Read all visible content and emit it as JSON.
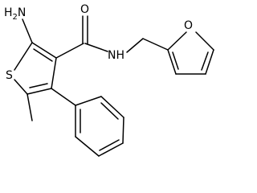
{
  "atoms": {
    "amine": "H2N",
    "amine_h": "H",
    "amine_sub": "2",
    "amine_n": "N",
    "thiophene_s": "S",
    "carbonyl_o": "O",
    "amide_nh": "NH",
    "furan_o": "O"
  },
  "colors": {
    "bond": "#000000",
    "label": "#000000",
    "background": "#ffffff"
  }
}
